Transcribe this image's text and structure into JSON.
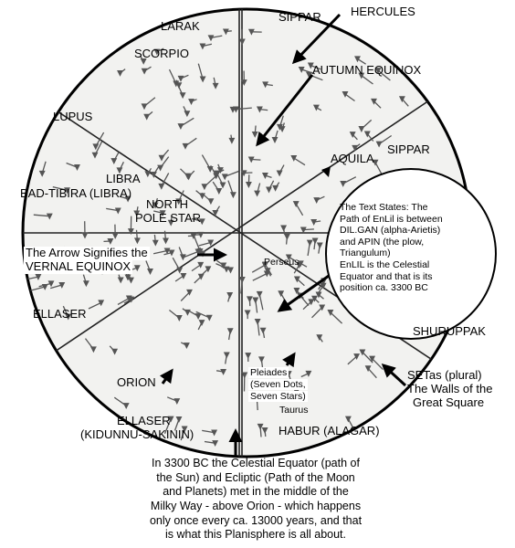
{
  "labels": {
    "larak": "LARAK",
    "sippar_top": "SIPPAR",
    "hercules": "HERCULES",
    "scorpio": "SCORPIO",
    "autumn_equinox": "AUTUMN EQUINOX",
    "lupus": "LUPUS",
    "aquila": "AQUILA",
    "sippar_right": "SIPPAR",
    "libra": "LIBRA",
    "bad_tibira": "BAD-TIBIRA (LIBRA)",
    "north": "NORTH",
    "pole_star": "POLE STAR",
    "arrow_line1": "The Arrow Signifies the",
    "arrow_line2": "VERNAL EQUINOX",
    "perseus": "Perseus",
    "ellaser_left": "ELLASER",
    "shuruppak": "SHURUPPAK",
    "orion": "ORION",
    "pleiades_1": "Pleiades",
    "pleiades_2": "(Seven Dots,",
    "pleiades_3": "Seven Stars)",
    "taurus": "Taurus",
    "setas_1": "SETas (plural)",
    "setas_2": "The Walls of the",
    "setas_3": "Great Square",
    "ellaser_bottom_1": "ELLASER",
    "ellaser_bottom_2": "(KIDUNNU-SAKININ)",
    "habur": "HABUR (ALAGAR)"
  },
  "inset_circle": {
    "text_1": "The Text States: The",
    "text_2": "Path of EnLil is between",
    "text_3": "DIL.GAN (alpha-Arietis)",
    "text_4": "and APIN (the plow,",
    "text_5": "Triangulum)",
    "text_6": "EnLIL is the Celestial",
    "text_7": "Equator and that is its",
    "text_8": "position ca. 3300 BC"
  },
  "caption": {
    "line_1": "In 3300 BC the Celestial Equator (path of",
    "line_2": "the Sun) and Ecliptic (Path of the Moon",
    "line_3": "and Planets) met in the middle of the",
    "line_4": "Milky Way - above Orion -  which happens",
    "line_5": "only once  every ca. 13000 years, and that",
    "line_6": "is what this Planisphere is all about."
  },
  "colors": {
    "ink": "#000000",
    "tablet_texture": "#555555"
  }
}
